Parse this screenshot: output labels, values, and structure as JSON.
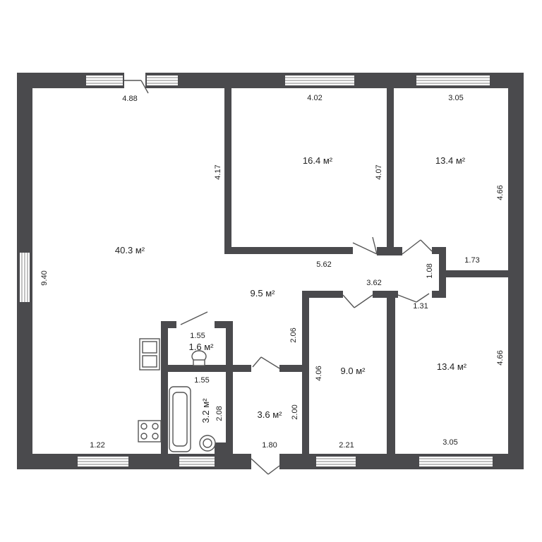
{
  "rooms": {
    "living": {
      "area": "40.3 м²",
      "width": "4.88",
      "height": "9.40",
      "bottom": "1.22"
    },
    "bedroom1": {
      "area": "16.4 м²",
      "width": "4.02",
      "height_left": "4.17",
      "height_right": "4.07",
      "bottom": "5.62"
    },
    "bedroom2": {
      "area": "13.4 м²",
      "width": "3.05",
      "height": "4.66"
    },
    "bedroom3": {
      "area": "13.4 м²",
      "height": "4.66",
      "bottom": "3.05"
    },
    "hall": {
      "area": "9.5 м²",
      "width": "3.62",
      "small_height": "1.08",
      "small_width": "1.73",
      "bottom_small": "1.31",
      "side": "2.06"
    },
    "toilet": {
      "area": "1.6 м²",
      "width_top": "1.55",
      "width_bottom": "1.55"
    },
    "bathroom": {
      "area": "3.2 м²",
      "height": "2.08"
    },
    "entry": {
      "area": "3.6 м²",
      "height": "2.00",
      "width": "1.80"
    },
    "room9": {
      "area": "9.0 м²",
      "height": "4.06",
      "width": "2.21"
    }
  }
}
